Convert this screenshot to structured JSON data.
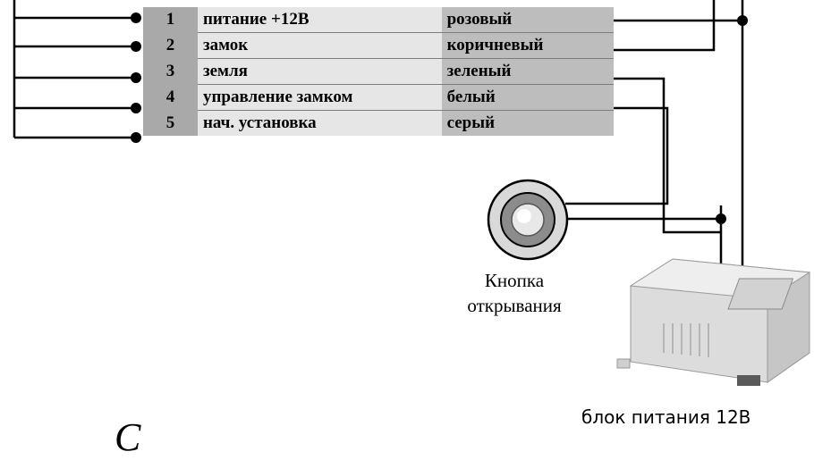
{
  "table": {
    "rows": [
      {
        "num": "1",
        "function": "питание +12В",
        "color": "розовый"
      },
      {
        "num": "2",
        "function": "замок",
        "color": "коричневый"
      },
      {
        "num": "3",
        "function": "земля",
        "color": "зеленый"
      },
      {
        "num": "4",
        "function": "управление замком",
        "color": "белый"
      },
      {
        "num": "5",
        "function": "нач. установка",
        "color": "серый"
      }
    ]
  },
  "button": {
    "label_line1": "Кнопка",
    "label_line2": "открывания"
  },
  "psu": {
    "label": "блок питания 12В"
  },
  "partial_title": "С"
}
